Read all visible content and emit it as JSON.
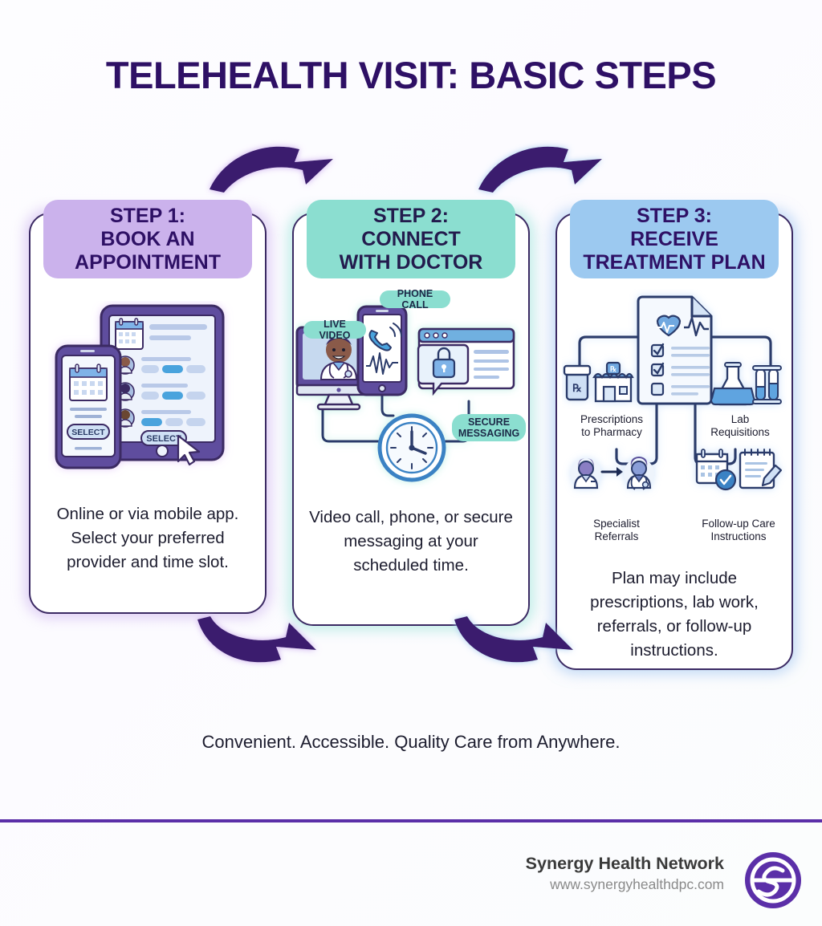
{
  "title": "TELEHEALTH VISIT: BASIC STEPS",
  "steps": [
    {
      "badge_label": "STEP 1:\nBOOK AN\nAPPOINTMENT",
      "badge_color": "#cbb2ec",
      "body": "Online or via mobile app. Select your preferred provider and time slot.",
      "illustration_labels": [
        "SELECT",
        "SELECT"
      ]
    },
    {
      "badge_label": "STEP 2:\nCONNECT\nWITH DOCTOR",
      "badge_color": "#8bded0",
      "body": "Video call, phone, or secure messaging at your scheduled time.",
      "illustration_labels": [
        "LIVE VIDEO",
        "PHONE CALL",
        "SECURE MESSAGING"
      ]
    },
    {
      "badge_label": "STEP 3:\nRECEIVE\nTREATMENT PLAN",
      "badge_color": "#9cc9f0",
      "body": "Plan may include prescriptions, lab work, referrals, or follow-up instructions.",
      "icons": [
        {
          "label": "Prescriptions\nto Pharmacy",
          "icon": "pill-bottle-pharmacy-icon"
        },
        {
          "label": "Lab\nRequisitions",
          "icon": "flask-test-tube-icon"
        },
        {
          "label": "Specialist\nReferrals",
          "icon": "two-doctors-arrow-icon"
        },
        {
          "label": "Follow-up Care\nInstructions",
          "icon": "calendar-notepad-icon"
        }
      ]
    }
  ],
  "tagline": "Convenient. Accessible. Quality Care from Anywhere.",
  "footer": {
    "brand_name": "Synergy Health Network",
    "brand_url": "www.synergyhealthdpc.com",
    "logo_name": "synergy-s-logo"
  },
  "colors": {
    "title_purple": "#2e1065",
    "arrow_purple": "#3b1f6e",
    "step1_badge": "#cbb2ec",
    "step2_badge": "#8bded0",
    "step3_badge": "#9cc9f0",
    "divider": "#5b2fa8",
    "logo_purple": "#5b2fa8"
  }
}
